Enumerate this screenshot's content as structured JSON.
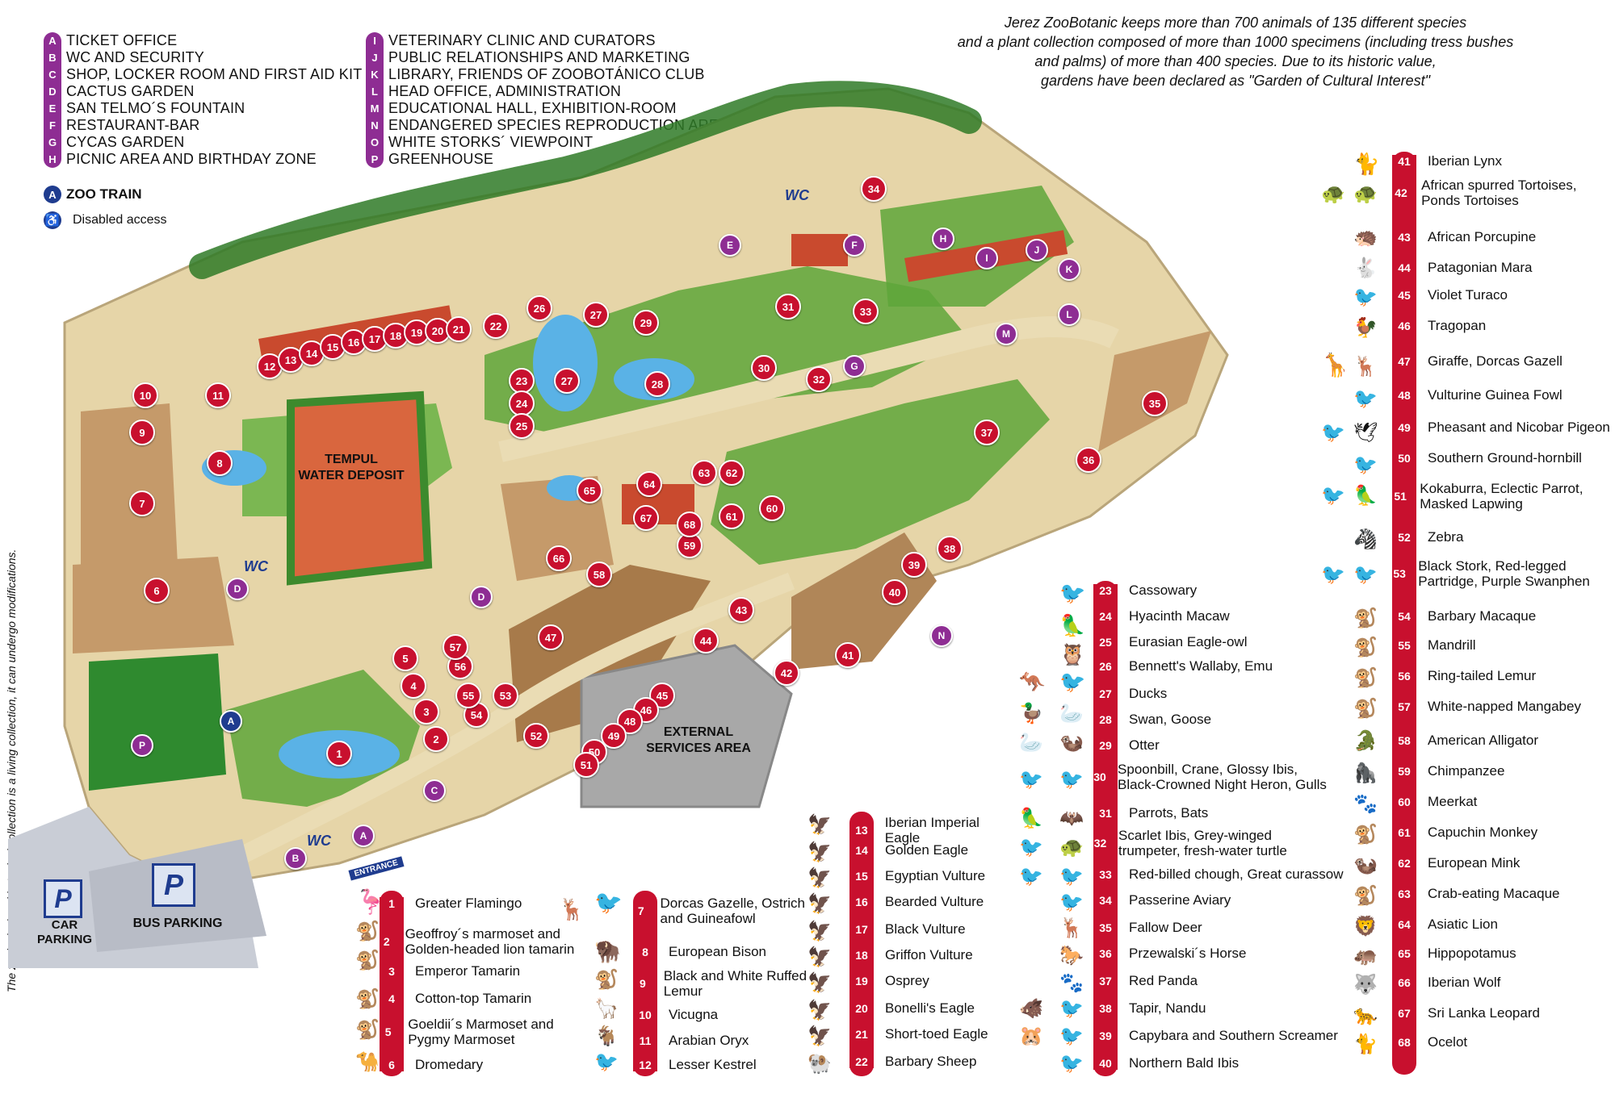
{
  "legend_letters_1": [
    {
      "letter": "A",
      "label": "TICKET OFFICE"
    },
    {
      "letter": "B",
      "label": "WC AND SECURITY"
    },
    {
      "letter": "C",
      "label": "SHOP, LOCKER ROOM AND FIRST AID KIT"
    },
    {
      "letter": "D",
      "label": "CACTUS GARDEN"
    },
    {
      "letter": "E",
      "label": "SAN TELMO´S FOUNTAIN"
    },
    {
      "letter": "F",
      "label": "RESTAURANT-BAR"
    },
    {
      "letter": "G",
      "label": "CYCAS GARDEN"
    },
    {
      "letter": "H",
      "label": "PICNIC AREA AND BIRTHDAY ZONE"
    }
  ],
  "legend_letters_2": [
    {
      "letter": "I",
      "label": "VETERINARY CLINIC AND CURATORS"
    },
    {
      "letter": "J",
      "label": "PUBLIC RELATIONSHIPS AND MARKETING"
    },
    {
      "letter": "K",
      "label": "LIBRARY, FRIENDS OF ZOOBOTÁNICO CLUB"
    },
    {
      "letter": "L",
      "label": "HEAD OFFICE, ADMINISTRATION"
    },
    {
      "letter": "M",
      "label": "EDUCATIONAL HALL, EXHIBITION-ROOM"
    },
    {
      "letter": "N",
      "label": "ENDANGERED SPECIES REPRODUCTION AREA"
    },
    {
      "letter": "O",
      "label": "WHITE STORKS´ VIEWPOINT"
    },
    {
      "letter": "P",
      "label": "GREENHOUSE"
    }
  ],
  "zoo_train": {
    "letter": "A",
    "label": "ZOO TRAIN"
  },
  "disabled_access": {
    "label": "Disabled access"
  },
  "intro_lines": [
    "Jerez ZooBotanic keeps more than 700 animals of 135 different species",
    "and a plant collection composed of more than 1000 specimens (including tress bushes",
    "and palms) of more than 400 species.  Due to its historic value,",
    "gardens have been declared as \"Garden of Cultural Interest\""
  ],
  "side_note": "The zoological and botanical collection is a living collection, it can undergo modifications.",
  "map_labels": {
    "tempul": [
      "TEMPUL",
      "WATER DEPOSIT"
    ],
    "external": [
      "EXTERNAL",
      "SERVICES AREA"
    ],
    "car_parking": [
      "CAR",
      "PARKING"
    ],
    "bus_parking": "BUS PARKING",
    "entrance": "ENTRANCE",
    "parking_letter": "P",
    "wc": "WC"
  },
  "species_col1": [
    {
      "n": "1",
      "name": "Greater Flamingo"
    },
    {
      "n": "2",
      "name": "Geoffroy´s marmoset and Golden-headed lion tamarin"
    },
    {
      "n": "3",
      "name": "Emperor Tamarin"
    },
    {
      "n": "4",
      "name": "Cotton-top Tamarin"
    },
    {
      "n": "5",
      "name": "Goeldii´s Marmoset and Pygmy Marmoset"
    },
    {
      "n": "6",
      "name": "Dromedary"
    }
  ],
  "species_col2": [
    {
      "n": "7",
      "name": "Dorcas Gazelle, Ostrich and Guineafowl"
    },
    {
      "n": "8",
      "name": "European Bison"
    },
    {
      "n": "9",
      "name": "Black and White Ruffed Lemur"
    },
    {
      "n": "10",
      "name": "Vicugna"
    },
    {
      "n": "11",
      "name": "Arabian Oryx"
    },
    {
      "n": "12",
      "name": "Lesser Kestrel"
    }
  ],
  "species_col3": [
    {
      "n": "13",
      "name": "Iberian Imperial Eagle"
    },
    {
      "n": "14",
      "name": "Golden Eagle"
    },
    {
      "n": "15",
      "name": "Egyptian Vulture"
    },
    {
      "n": "16",
      "name": "Bearded Vulture"
    },
    {
      "n": "17",
      "name": "Black Vulture"
    },
    {
      "n": "18",
      "name": "Griffon Vulture"
    },
    {
      "n": "19",
      "name": "Osprey"
    },
    {
      "n": "20",
      "name": "Bonelli's Eagle"
    },
    {
      "n": "21",
      "name": "Short-toed Eagle"
    },
    {
      "n": "22",
      "name": "Barbary Sheep"
    }
  ],
  "species_col4": [
    {
      "n": "23",
      "name": "Cassowary"
    },
    {
      "n": "24",
      "name": "Hyacinth Macaw"
    },
    {
      "n": "25",
      "name": "Eurasian Eagle-owl"
    },
    {
      "n": "26",
      "name": "Bennett's Wallaby, Emu"
    },
    {
      "n": "27",
      "name": "Ducks"
    },
    {
      "n": "28",
      "name": "Swan, Goose"
    },
    {
      "n": "29",
      "name": "Otter"
    },
    {
      "n": "30",
      "name": "Spoonbill, Crane, Glossy Ibis, Black-Crowned Night Heron, Gulls"
    },
    {
      "n": "31",
      "name": "Parrots, Bats"
    },
    {
      "n": "32",
      "name": "Scarlet Ibis, Grey-winged trumpeter, fresh-water turtle"
    },
    {
      "n": "33",
      "name": "Red-billed chough, Great curassow"
    },
    {
      "n": "34",
      "name": "Passerine Aviary"
    },
    {
      "n": "35",
      "name": "Fallow Deer"
    },
    {
      "n": "36",
      "name": "Przewalski´s  Horse"
    },
    {
      "n": "37",
      "name": "Red Panda"
    },
    {
      "n": "38",
      "name": "Tapir, Nandu"
    },
    {
      "n": "39",
      "name": "Capybara and Southern Screamer"
    },
    {
      "n": "40",
      "name": "Northern Bald Ibis"
    }
  ],
  "species_col5": [
    {
      "n": "41",
      "name": "Iberian Lynx"
    },
    {
      "n": "42",
      "name": "African spurred Tortoises, Ponds Tortoises"
    },
    {
      "n": "43",
      "name": "African Porcupine"
    },
    {
      "n": "44",
      "name": "Patagonian Mara"
    },
    {
      "n": "45",
      "name": "Violet Turaco"
    },
    {
      "n": "46",
      "name": "Tragopan"
    },
    {
      "n": "47",
      "name": "Giraffe, Dorcas Gazell"
    },
    {
      "n": "48",
      "name": "Vulturine Guinea Fowl"
    },
    {
      "n": "49",
      "name": "Pheasant and Nicobar Pigeon"
    },
    {
      "n": "50",
      "name": "Southern Ground-hornbill"
    },
    {
      "n": "51",
      "name": "Kokaburra, Eclectic Parrot, Masked Lapwing"
    },
    {
      "n": "52",
      "name": "Zebra"
    },
    {
      "n": "53",
      "name": "Black Stork, Red-legged Partridge, Purple Swanphen"
    },
    {
      "n": "54",
      "name": "Barbary Macaque"
    },
    {
      "n": "55",
      "name": "Mandrill"
    },
    {
      "n": "56",
      "name": "Ring-tailed Lemur"
    },
    {
      "n": "57",
      "name": "White-napped Mangabey"
    },
    {
      "n": "58",
      "name": "American Alligator"
    },
    {
      "n": "59",
      "name": "Chimpanzee"
    },
    {
      "n": "60",
      "name": "Meerkat"
    },
    {
      "n": "61",
      "name": "Capuchin Monkey"
    },
    {
      "n": "62",
      "name": "European Mink"
    },
    {
      "n": "63",
      "name": "Crab-eating Macaque"
    },
    {
      "n": "64",
      "name": "Asiatic Lion"
    },
    {
      "n": "65",
      "name": "Hippopotamus"
    },
    {
      "n": "66",
      "name": "Iberian Wolf"
    },
    {
      "n": "67",
      "name": "Sri Lanka Leopard"
    },
    {
      "n": "68",
      "name": "Ocelot"
    }
  ],
  "map_markers": [
    "1",
    "2",
    "3",
    "4",
    "5",
    "6",
    "7",
    "8",
    "9",
    "10",
    "11",
    "12",
    "13",
    "14",
    "15",
    "16",
    "17",
    "18",
    "19",
    "20",
    "21",
    "22",
    "23",
    "24",
    "25",
    "26",
    "27",
    "27",
    "28",
    "29",
    "30",
    "31",
    "32",
    "33",
    "34",
    "35",
    "36",
    "37",
    "38",
    "39",
    "40",
    "41",
    "42",
    "43",
    "44",
    "45",
    "46",
    "47",
    "48",
    "49",
    "50",
    "51",
    "52",
    "53",
    "54",
    "55",
    "56",
    "57",
    "58",
    "59",
    "60",
    "61",
    "62",
    "63",
    "64",
    "65",
    "66",
    "67",
    "68"
  ],
  "map_letters": [
    "A",
    "A",
    "B",
    "C",
    "D",
    "D",
    "E",
    "F",
    "G",
    "H",
    "I",
    "J",
    "K",
    "L",
    "M",
    "N",
    "P"
  ],
  "colors": {
    "purple": "#8e2d93",
    "red": "#c8102e",
    "navy": "#1f3c8f",
    "path": "#eadcb4",
    "grass": "#5ea63a",
    "roof": "#c94a2e"
  }
}
